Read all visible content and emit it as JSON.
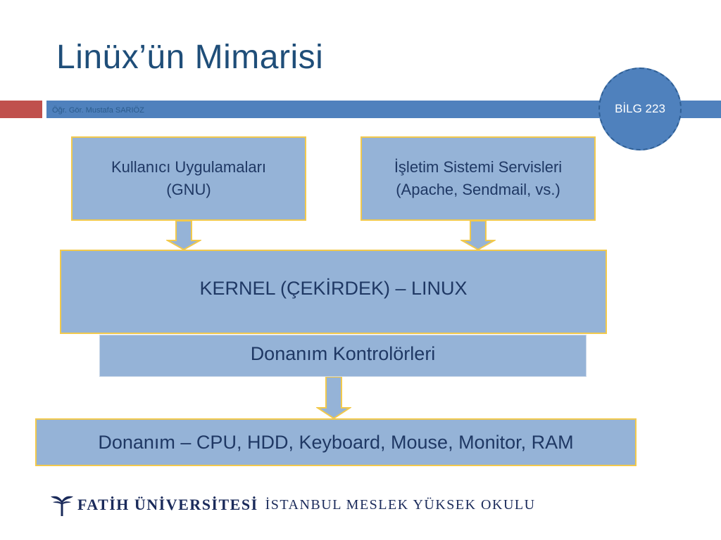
{
  "slide": {
    "title": "Linüx’ün Mimarisi",
    "author": "Öğr. Gör. Mustafa SARIÖZ",
    "course_badge": "BİLG 223"
  },
  "diagram": {
    "user_apps": {
      "line1": "Kullanıcı Uygulamaları",
      "line2": "(GNU)"
    },
    "os_services": {
      "line1": "İşletim Sistemi Servisleri",
      "line2": "(Apache, Sendmail, vs.)"
    },
    "kernel": "KERNEL (ÇEKİRDEK) – LINUX",
    "hw_controllers": "Donanım Kontrolörleri",
    "hardware": "Donanım – CPU, HDD, Keyboard, Mouse, Monitor, RAM"
  },
  "footer": {
    "university": "FATİH ÜNİVERSİTESİ",
    "school": "İSTANBUL MESLEK YÜKSEK OKULU"
  },
  "colors": {
    "title": "#1f4e79",
    "accent_blue": "#4f81bd",
    "accent_red": "#c0504d",
    "box_fill": "#95b3d7",
    "box_border": "#f2c94c"
  }
}
